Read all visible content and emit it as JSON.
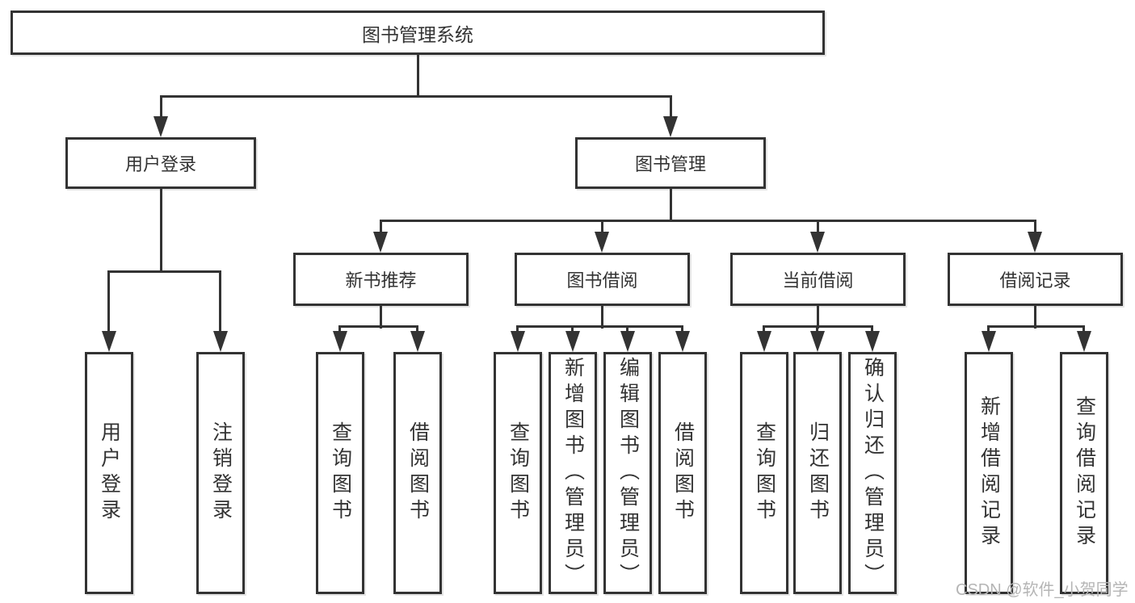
{
  "tree": {
    "root": {
      "label": "图书管理系统"
    },
    "children": [
      {
        "label": "用户登录",
        "children": [
          {
            "label": "用户登录"
          },
          {
            "label": "注销登录"
          }
        ]
      },
      {
        "label": "图书管理",
        "children": [
          {
            "label": "新书推荐",
            "children": [
              {
                "label": "查询图书"
              },
              {
                "label": "借阅图书"
              }
            ]
          },
          {
            "label": "图书借阅",
            "children": [
              {
                "label": "查询图书"
              },
              {
                "label": "新增图书（管理员）"
              },
              {
                "label": "编辑图书（管理员）"
              },
              {
                "label": "借阅图书"
              }
            ]
          },
          {
            "label": "当前借阅",
            "children": [
              {
                "label": "查询图书"
              },
              {
                "label": "归还图书"
              },
              {
                "label": "确认归还（管理员）"
              }
            ]
          },
          {
            "label": "借阅记录",
            "children": [
              {
                "label": "新增借阅记录"
              },
              {
                "label": "查询借阅记录"
              }
            ]
          }
        ]
      }
    ]
  },
  "watermark": {
    "text": "CSDN @软件_小贺同学"
  },
  "colors": {
    "line": "#333333",
    "box_border": "#333333",
    "text": "#333333",
    "background": "#ffffff",
    "watermark": "#b5b5b5"
  }
}
